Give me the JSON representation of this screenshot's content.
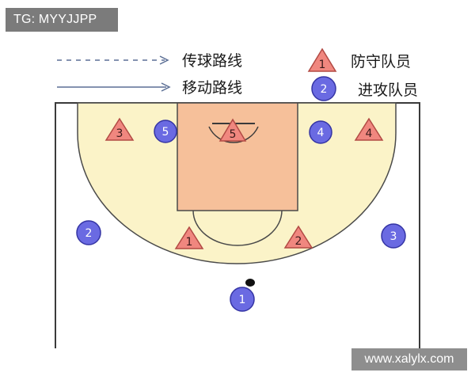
{
  "header_tag": "TG: MYYJJPP",
  "watermark": "www.xalylx.com",
  "legend": {
    "pass_route": "传球路线",
    "move_route": "移动路线",
    "defender": "防守队员",
    "attacker": "进攻队员",
    "defender_symbol_num": "1",
    "attacker_symbol_num": "2"
  },
  "colors": {
    "court_fill": "#fbf3c8",
    "paint_fill": "#f6c09a",
    "defender_fill": "#f0877f",
    "attacker_fill": "#6a6ae2",
    "line": "#3a3a3a"
  },
  "players": {
    "defenders": [
      "3",
      "5",
      "4",
      "1",
      "2"
    ],
    "attackers": [
      "5",
      "4",
      "2",
      "3",
      "1"
    ]
  }
}
